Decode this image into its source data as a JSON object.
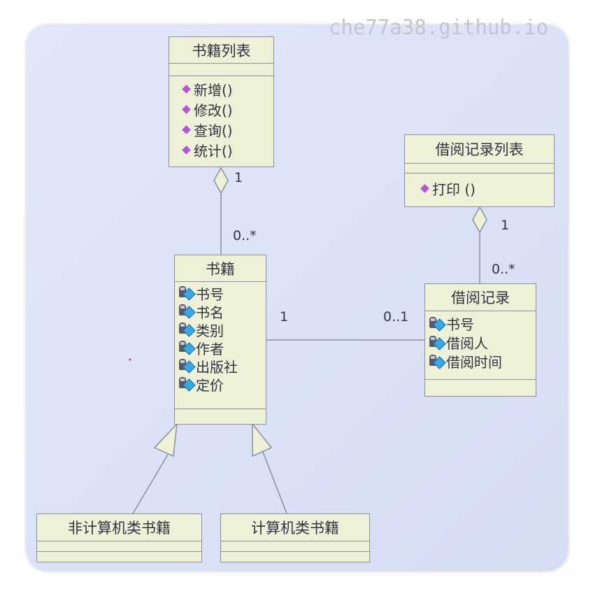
{
  "watermark": "che77a38.github.io",
  "classes": {
    "book_list": {
      "name": "书籍列表",
      "operations": [
        "新增()",
        "修改()",
        "查询()",
        "统计()"
      ]
    },
    "borrow_record_list": {
      "name": "借阅记录列表",
      "operations": [
        "打印 ()"
      ]
    },
    "book": {
      "name": "书籍",
      "attributes": [
        "书号",
        "书名",
        "类别",
        "作者",
        "出版社",
        "定价"
      ]
    },
    "borrow_record": {
      "name": "借阅记录",
      "attributes": [
        "书号",
        "借阅人",
        "借阅时间"
      ]
    },
    "non_computer_book": {
      "name": "非计算机类书籍"
    },
    "computer_book": {
      "name": "计算机类书籍"
    }
  },
  "multiplicities": {
    "book_list_end": "1",
    "book_end_of_list": "0..*",
    "record_list_end": "1",
    "record_end_of_list": "0..*",
    "book_assoc": "1",
    "record_assoc": "0..1"
  },
  "colors": {
    "background": "#dbe2f6",
    "class_fill": "#eef0d8",
    "border": "#8a8f9e",
    "operation_icon": "#b15ad0",
    "attribute_icon": "#39a9e6"
  }
}
